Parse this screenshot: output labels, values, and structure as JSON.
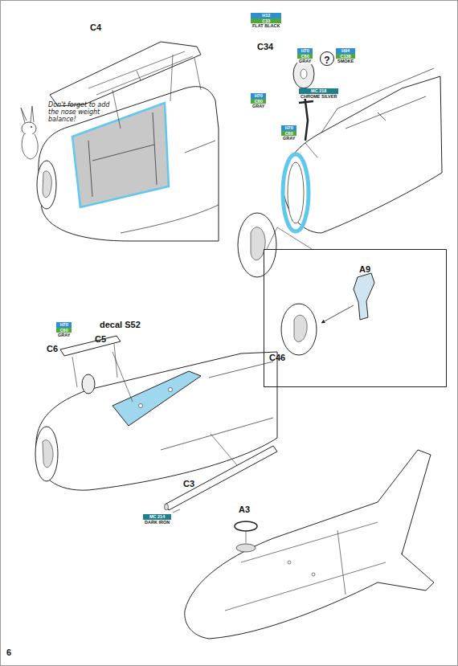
{
  "diagram": {
    "nodes": [
      {
        "text": [
          "H12",
          "C33",
          "FLAT BLACK"
        ]
      },
      {
        "text": [
          "H70",
          "C60",
          "GRAY"
        ]
      },
      {
        "text": [
          "?"
        ]
      },
      {
        "text": [
          "H94",
          "C138",
          "SMOKE"
        ]
      },
      {
        "text": [
          "H70",
          "C60",
          "GRAY"
        ]
      },
      {
        "text": [
          "MC 218",
          "CHROME SILVER"
        ]
      },
      {
        "text": [
          "H70",
          "C60",
          "GRAY"
        ]
      },
      {
        "text": [
          "A9",
          "C46"
        ]
      },
      {
        "text": [
          "H70",
          "C60",
          "GRAY"
        ]
      },
      {
        "text": [
          "MC 214",
          "DARK IRON"
        ]
      }
    ],
    "labels": [
      "C4",
      "Don't forget to add the nose weight balance!",
      "C34",
      "decal S52",
      "C6",
      "C5",
      "C3",
      "A3",
      "6"
    ]
  }
}
